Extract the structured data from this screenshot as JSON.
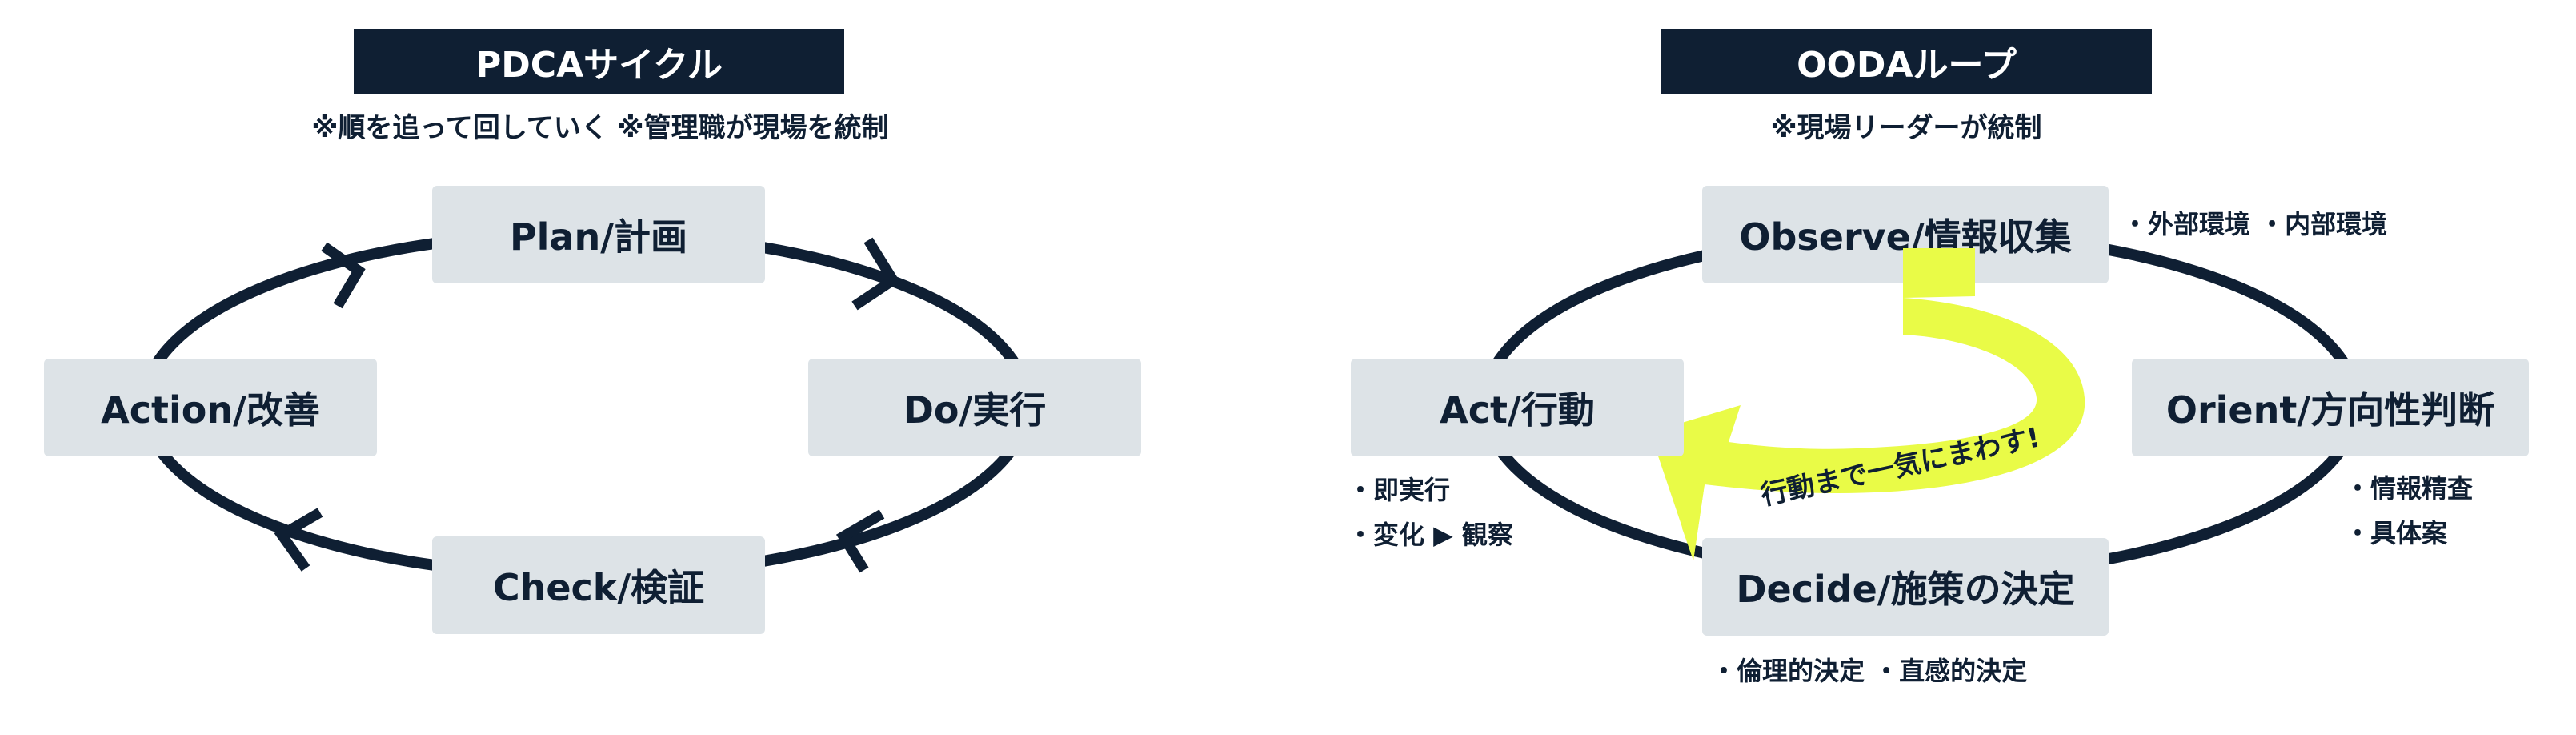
{
  "pdca": {
    "title": "PDCAサイクル",
    "subtitle": "※順を追って回していく ※管理職が現場を統制",
    "nodes": {
      "plan": "Plan/計画",
      "do": "Do/実行",
      "check": "Check/検証",
      "action": "Action/改善"
    }
  },
  "ooda": {
    "title": "OODAループ",
    "subtitle": "※現場リーダーが統制",
    "nodes": {
      "observe": "Observe/情報収集",
      "orient": "Orient/方向性判断",
      "decide": "Decide/施策の決定",
      "act": "Act/行動"
    },
    "notes": {
      "observe": [
        "・外部環境 ・内部環境"
      ],
      "orient": [
        "・情報精査",
        "・具体案"
      ],
      "decide": [
        "・倫理的決定 ・直感的決定"
      ],
      "act": [
        "・即実行",
        "・変化 ▶ 観察"
      ]
    },
    "banner": "行動まで一気にまわす!"
  },
  "colors": {
    "navy": "#0f1f33",
    "node_bg": "#dde3e7",
    "highlight": "#e9fb47",
    "white": "#ffffff"
  }
}
